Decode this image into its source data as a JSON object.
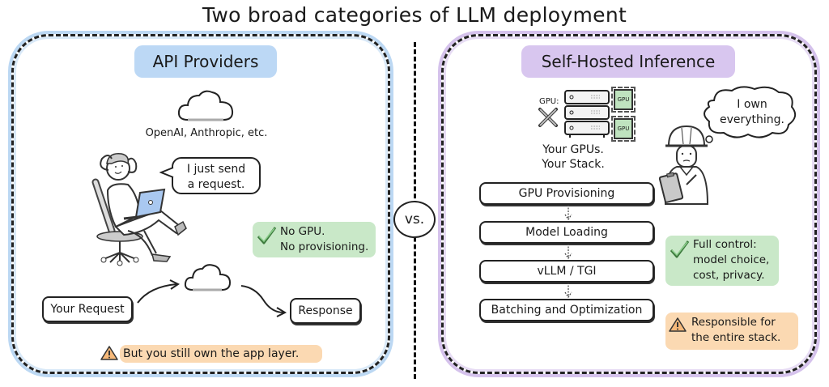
{
  "title": "Two broad categories of LLM deployment",
  "vs_label": "vs.",
  "left_panel": {
    "label": "API Providers",
    "accent_color": "#bcd8f5",
    "cloud_caption": "OpenAI, Anthropic, etc.",
    "speech_bubble": [
      "I just send",
      "a request."
    ],
    "benefit_note": [
      "No GPU.",
      "No provisioning."
    ],
    "flow": {
      "request_label": "Your Request",
      "response_label": "Response"
    },
    "warning_note": "But you still own the app layer."
  },
  "right_panel": {
    "label": "Self-Hosted Inference",
    "accent_color": "#d8c6ef",
    "hardware_label": "GPU:",
    "chip_label": "GPU",
    "hardware_caption": [
      "Your GPUs.",
      "Your Stack."
    ],
    "thought_bubble": [
      "I own",
      "everything."
    ],
    "steps": [
      "GPU Provisioning",
      "Model Loading",
      "vLLM / TGI",
      "Batching and Optimization"
    ],
    "benefit_note": [
      "Full control:",
      "model choice,",
      "cost, privacy."
    ],
    "warning_note": [
      "Responsible for",
      "the entire stack."
    ]
  },
  "colors": {
    "green_note": "#c9e8c8",
    "orange_note": "#fbd9b2",
    "check_green": "#5aa85a"
  }
}
